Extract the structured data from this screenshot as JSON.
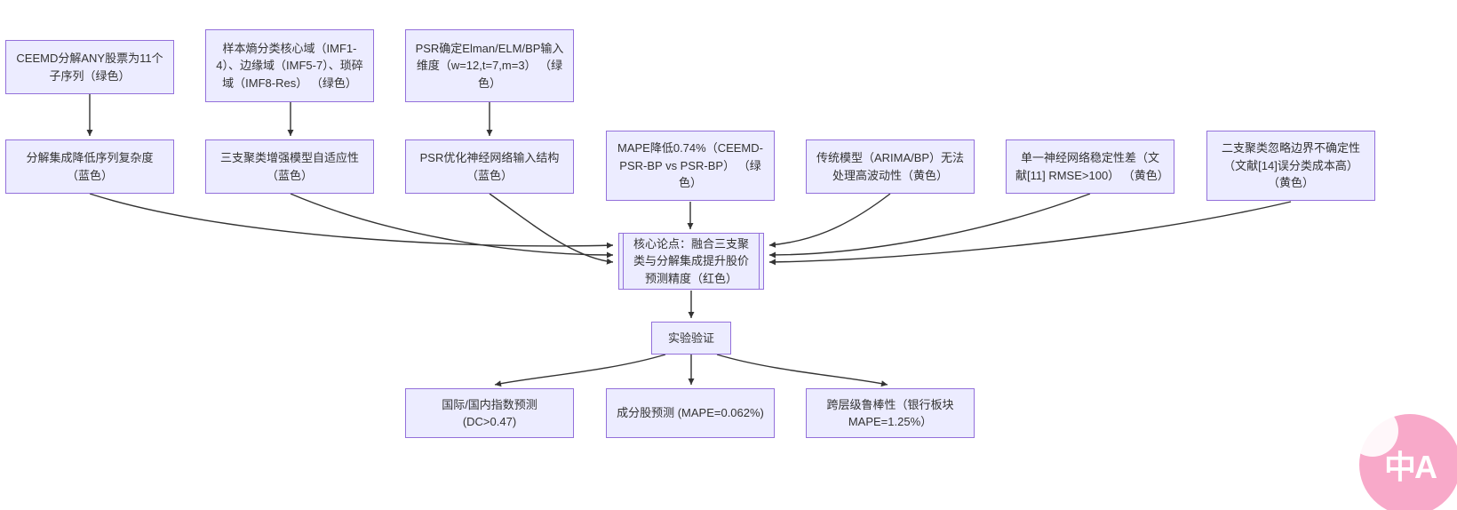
{
  "diagram": {
    "type": "flowchart",
    "colors": {
      "node_fill": "#ECECFF",
      "node_border": "#9370DB",
      "arrow": "#333333",
      "text": "#333333",
      "badge_pink": "#f8a9c9"
    },
    "nodes": [
      {
        "id": "ceemd-decompose",
        "label": "CEEMD分解ANY股票为11个子序列（绿色）"
      },
      {
        "id": "sample-entropy",
        "label": "样本熵分类核心域（IMF1-4）、边缘域（IMF5-7）、琐碎域（IMF8-Res） （绿色）"
      },
      {
        "id": "psr-dimension",
        "label": "PSR确定Elman/ELM/BP输入维度（w=12,t=7,m=3） （绿色）"
      },
      {
        "id": "decompose-complexity",
        "label": "分解集成降低序列复杂度（蓝色）"
      },
      {
        "id": "three-way-adaptive",
        "label": "三支聚类增强模型自适应性（蓝色）"
      },
      {
        "id": "psr-structure",
        "label": "PSR优化神经网络输入结构（蓝色）"
      },
      {
        "id": "mape-improvement",
        "label": "MAPE降低0.74%（CEEMD-PSR-BP vs PSR-BP） （绿色）"
      },
      {
        "id": "traditional-limit",
        "label": "传统模型（ARIMA/BP）无法处理高波动性（黄色）"
      },
      {
        "id": "single-nn-instability",
        "label": "单一神经网络稳定性差（文献[11] RMSE>100） （黄色）"
      },
      {
        "id": "two-way-limit",
        "label": "二支聚类忽略边界不确定性（文献[14]误分类成本高）（黄色）"
      },
      {
        "id": "core-thesis",
        "label": "核心论点：融合三支聚类与分解集成提升股价预测精度（红色）"
      },
      {
        "id": "experiment-validation",
        "label": "实验验证"
      },
      {
        "id": "index-prediction",
        "label": "国际/国内指数预测 (DC>0.47)"
      },
      {
        "id": "constituent-prediction",
        "label": "成分股预测 (MAPE=0.062%)"
      },
      {
        "id": "cross-level-robustness",
        "label": "跨层级鲁棒性（银行板块 MAPE=1.25%）"
      }
    ],
    "edges": [
      {
        "from": "ceemd-decompose",
        "to": "decompose-complexity"
      },
      {
        "from": "sample-entropy",
        "to": "three-way-adaptive"
      },
      {
        "from": "psr-dimension",
        "to": "psr-structure"
      },
      {
        "from": "decompose-complexity",
        "to": "core-thesis"
      },
      {
        "from": "three-way-adaptive",
        "to": "core-thesis"
      },
      {
        "from": "psr-structure",
        "to": "core-thesis"
      },
      {
        "from": "mape-improvement",
        "to": "core-thesis"
      },
      {
        "from": "traditional-limit",
        "to": "core-thesis"
      },
      {
        "from": "single-nn-instability",
        "to": "core-thesis"
      },
      {
        "from": "two-way-limit",
        "to": "core-thesis"
      },
      {
        "from": "core-thesis",
        "to": "experiment-validation"
      },
      {
        "from": "experiment-validation",
        "to": "index-prediction"
      },
      {
        "from": "experiment-validation",
        "to": "constituent-prediction"
      },
      {
        "from": "experiment-validation",
        "to": "cross-level-robustness"
      }
    ]
  },
  "badge": {
    "label": "中A"
  }
}
